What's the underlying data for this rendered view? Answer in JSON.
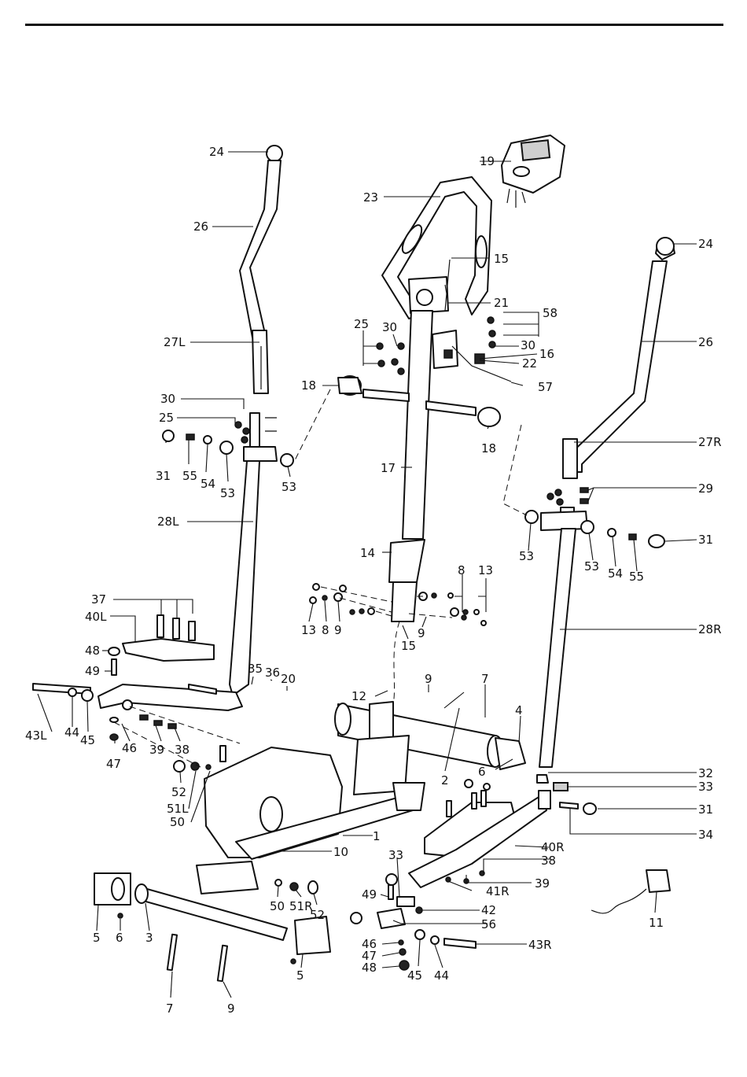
{
  "labels": {
    "p24a": "24",
    "p26a": "26",
    "p27L": "27L",
    "p30a": "30",
    "p25a": "25",
    "p31a": "31",
    "p55a": "55",
    "p54a": "54",
    "p53a": "53",
    "p53b": "53",
    "p28L": "28L",
    "p37": "37",
    "p40L": "40L",
    "p48a": "48",
    "p49a": "49",
    "p43L": "43L",
    "p44a": "44",
    "p45a": "45",
    "p46a": "46",
    "p47a": "47",
    "p39a": "39",
    "p38a": "38",
    "p35": "35",
    "p36": "36",
    "p20": "20",
    "p52a": "52",
    "p51L": "51L",
    "p50a": "50",
    "p19": "19",
    "p23": "23",
    "p15a": "15",
    "p21": "21",
    "p58": "58",
    "p25b": "25",
    "p30b": "30",
    "p30c": "30",
    "p16": "16",
    "p22": "22",
    "p57": "57",
    "p18a": "18",
    "p18b": "18",
    "p17": "17",
    "p14": "14",
    "p8a": "8",
    "p13a": "13",
    "p13b": "13",
    "p8b": "8",
    "p9a": "9",
    "p15b": "15",
    "p9b": "9",
    "p12": "12",
    "p9c": "9",
    "p7a": "7",
    "p4": "4",
    "p6a": "6",
    "p2": "2",
    "p1": "1",
    "p10": "10",
    "p24b": "24",
    "p26b": "26",
    "p27R": "27R",
    "p29": "29",
    "p31b": "31",
    "p53c": "53",
    "p53d": "53",
    "p54b": "54",
    "p55b": "55",
    "p28R": "28R",
    "p32": "32",
    "p33a": "33",
    "p31c": "31",
    "p34": "34",
    "p40R": "40R",
    "p38b": "38",
    "p39b": "39",
    "p41R": "41R",
    "p33b": "33",
    "p49b": "49",
    "p42": "42",
    "p56": "56",
    "p43R": "43R",
    "p46b": "46",
    "p47b": "47",
    "p48b": "48",
    "p45b": "45",
    "p44b": "44",
    "p11": "11",
    "p5a": "5",
    "p6b": "6",
    "p3": "3",
    "p5b": "5",
    "p50b": "50",
    "p51R": "51R",
    "p52b": "52",
    "p7b": "7",
    "p9d": "9"
  }
}
